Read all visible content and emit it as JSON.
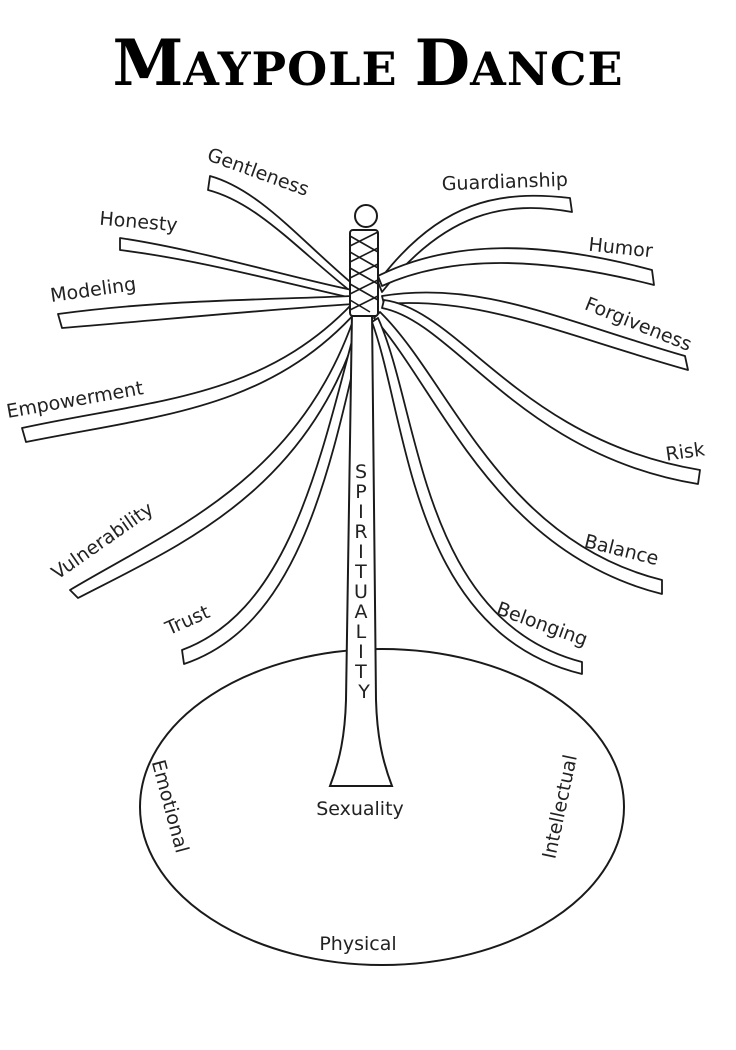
{
  "title": {
    "first": "M",
    "first_rest": "AYPOLE",
    "second": "D",
    "second_rest": "ANCE"
  },
  "pole": {
    "label": [
      "S",
      "P",
      "I",
      "R",
      "I",
      "T",
      "U",
      "A",
      "L",
      "I",
      "T",
      "Y"
    ]
  },
  "base": {
    "center": "Sexuality",
    "left": "Emotional",
    "right": "Intellectual",
    "bottom": "Physical"
  },
  "ribbons": {
    "gentleness": "Gentleness",
    "guardianship": "Guardianship",
    "honesty": "Honesty",
    "humor": "Humor",
    "modeling": "Modeling",
    "forgiveness": "Forgiveness",
    "empowerment": "Empowerment",
    "risk": "Risk",
    "vulnerability": "Vulnerability",
    "balance": "Balance",
    "trust": "Trust",
    "belonging": "Belonging"
  },
  "colors": {
    "ink": "#1a1a1a",
    "paper": "#ffffff"
  }
}
